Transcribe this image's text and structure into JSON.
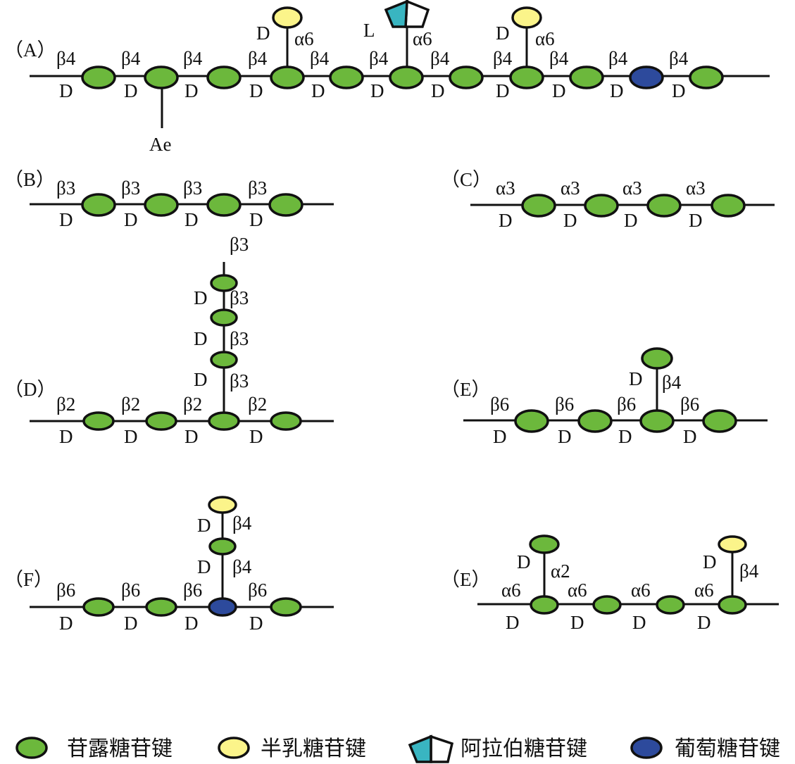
{
  "colors": {
    "mannose": "#6cb83c",
    "galactose": "#fbf48a",
    "arabinose": "#39b5c1",
    "glucose": "#2d4a9c",
    "line": "#111111"
  },
  "panels": {
    "A": {
      "label": "（A）",
      "backbone_links": [
        "β4",
        "β4",
        "β4",
        "β4",
        "β4",
        "β4",
        "β4",
        "β4",
        "β4",
        "β4",
        "β4"
      ],
      "config": "D",
      "ae": "Ae",
      "branch1": {
        "config": "D",
        "link": "α6"
      },
      "branch2": {
        "config": "L",
        "link": "α6"
      },
      "branch3": {
        "config": "D",
        "link": "α6"
      }
    },
    "B": {
      "label": "（B）",
      "links": [
        "β3",
        "β3",
        "β3",
        "β3"
      ],
      "config": "D"
    },
    "C": {
      "label": "（C）",
      "links": [
        "α3",
        "α3",
        "α3",
        "α3"
      ],
      "config": "D"
    },
    "D": {
      "label": "（D）",
      "links": [
        "β2",
        "β2",
        "β2",
        "β2"
      ],
      "config": "D",
      "branch_links": [
        "β3",
        "β3",
        "β3",
        "β3"
      ],
      "branch_config": "D"
    },
    "E1": {
      "label": "（E）",
      "links": [
        "β6",
        "β6",
        "β6",
        "β6"
      ],
      "config": "D",
      "branch_config": "D",
      "branch_link": "β4"
    },
    "F": {
      "label": "（F）",
      "links": [
        "β6",
        "β6",
        "β6",
        "β6"
      ],
      "config": "D",
      "branch_links": [
        "β4",
        "β4"
      ],
      "branch_config": "D"
    },
    "E2": {
      "label": "（E）",
      "links": [
        "α6",
        "α6",
        "α6",
        "α6"
      ],
      "config": "D",
      "branch_left": {
        "config": "D",
        "link": "α2"
      },
      "branch_right": {
        "config": "D",
        "link": "β4"
      }
    }
  },
  "legend": [
    {
      "icon": "mannose-icon",
      "text": "苷露糖苷键"
    },
    {
      "icon": "galactose-icon",
      "text": "半乳糖苷键"
    },
    {
      "icon": "arabinose-icon",
      "text": "阿拉伯糖苷键"
    },
    {
      "icon": "glucose-icon",
      "text": "葡萄糖苷键"
    }
  ]
}
